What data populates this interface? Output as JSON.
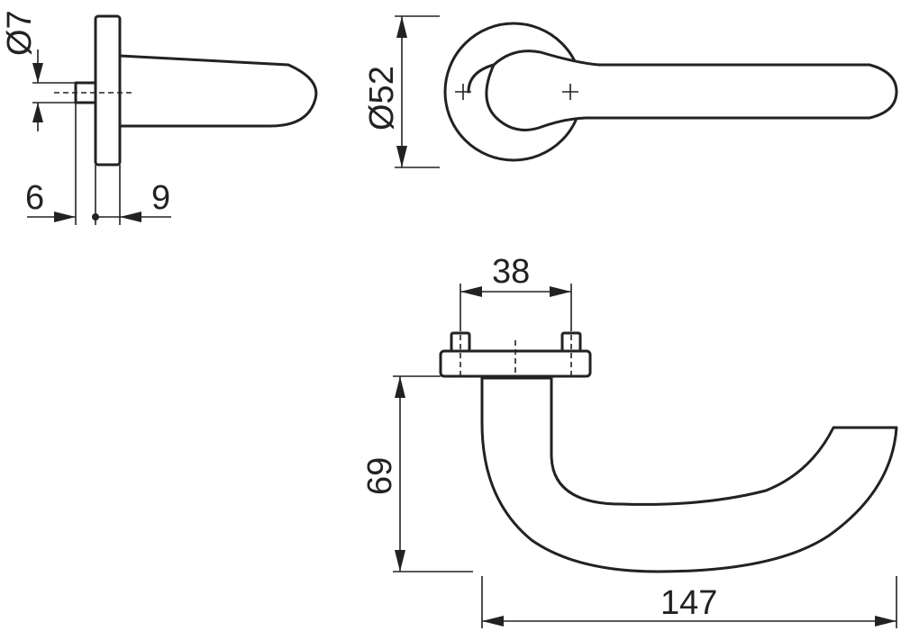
{
  "dimensions": {
    "pin_diameter": "Ø7",
    "left_offset": "6",
    "right_offset": "9",
    "rose_diameter": "Ø52",
    "screw_spacing": "38",
    "projection": "69",
    "lever_length": "147"
  },
  "colors": {
    "line": "#222222",
    "background": "#ffffff"
  }
}
